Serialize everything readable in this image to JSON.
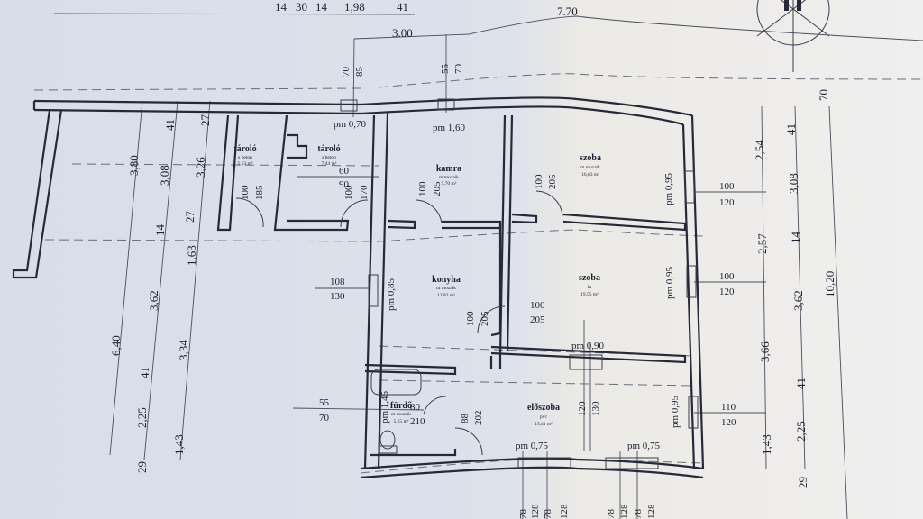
{
  "rooms": [
    {
      "name": "tároló",
      "floor": "s beton",
      "area": "5,13 m²"
    },
    {
      "name": "tároló",
      "floor": "s beton",
      "area": "7,44 m²"
    },
    {
      "name": "kamra",
      "floor": "m mozaik",
      "area": "5,70 m²"
    },
    {
      "name": "szoba",
      "floor": "m mozaik",
      "area": "16,63 m²"
    },
    {
      "name": "konyha",
      "floor": "m mozaik",
      "area": "12,83 m²"
    },
    {
      "name": "szoba",
      "floor": "fa",
      "area": "19,55 m²"
    },
    {
      "name": "fürdő",
      "floor": "m mozaik",
      "area": "5,15 m²"
    },
    {
      "name": "előszoba",
      "floor": "pvc",
      "area": "15,41 m²"
    }
  ],
  "windows": [
    "pm 0,70",
    "pm 1,60",
    "pm 0,85",
    "pm 0,95",
    "pm 0,95",
    "pm 0,95",
    "pm 0,90",
    "pm 0,75",
    "pm 0,75",
    "pm 1,45"
  ],
  "top_dims": [
    "7.70",
    "3.00",
    "70",
    "85",
    "55",
    "70",
    "14",
    "30",
    "14",
    "1,98",
    "41"
  ],
  "left_dims": [
    "3,80",
    "6,40",
    "41",
    "3,08",
    "14",
    "3,62",
    "41",
    "2,25",
    "29",
    "27",
    "3,26",
    "27",
    "1,63",
    "3,34",
    "1,43"
  ],
  "right_dims": [
    "2,54",
    "2,57",
    "3,66",
    "1,43",
    "41",
    "3,08",
    "14",
    "3,62",
    "41",
    "2,25",
    "29",
    "10,20",
    "70"
  ],
  "opening_dims": [
    "100",
    "120",
    "100",
    "120",
    "110",
    "120",
    "108",
    "130",
    "55",
    "70",
    "60",
    "90",
    "100",
    "185",
    "100",
    "170",
    "100",
    "205",
    "100",
    "205",
    "100",
    "205",
    "100",
    "205",
    "88",
    "202",
    "120",
    "130",
    "80",
    "210"
  ],
  "bottom_dims": [
    "78",
    "128",
    "78",
    "128",
    "78",
    "128",
    "78",
    "128"
  ],
  "colors": {
    "wall": "#262a38",
    "paper": "#dde1ea"
  }
}
